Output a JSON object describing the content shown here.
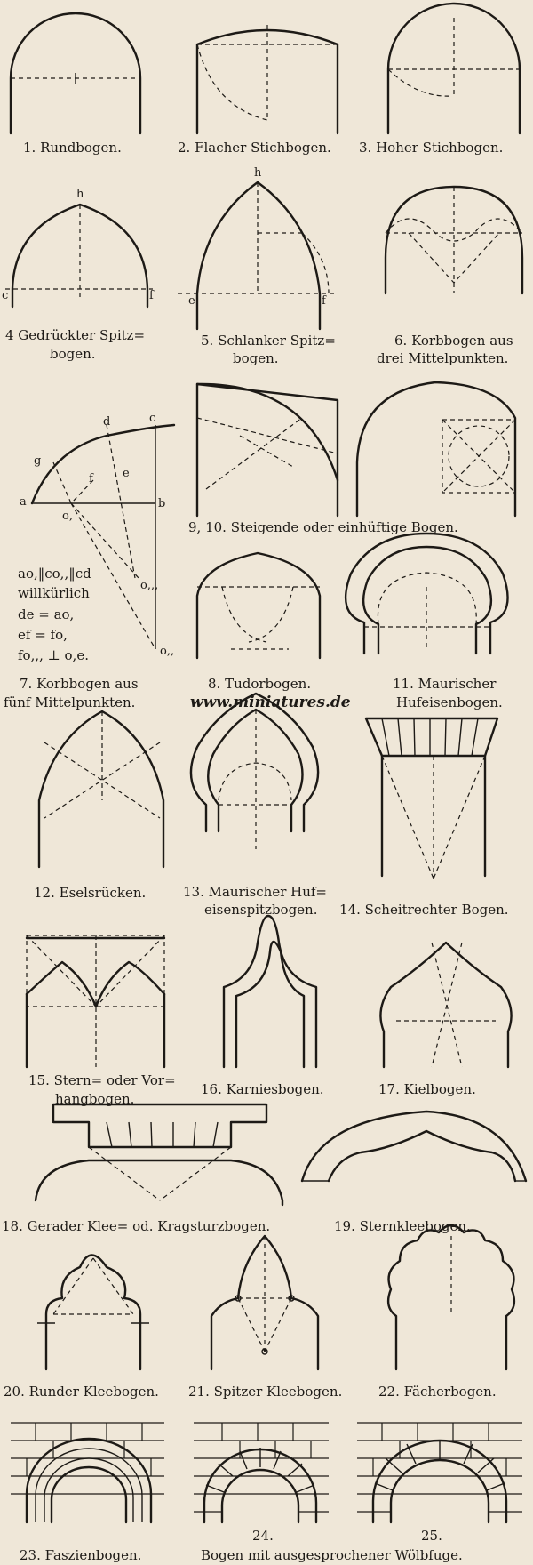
{
  "captions": {
    "c1": "1. Rundbogen.",
    "c2": "2. Flacher Stichbogen.",
    "c3": "3. Hoher Stichbogen.",
    "c4a": "4 Gedrückter Spitz=",
    "c4b": "bogen.",
    "c5a": "5. Schlanker Spitz=",
    "c5b": "bogen.",
    "c6a": "6. Korbbogen aus",
    "c6b": "drei Mittelpunkten.",
    "c9_10": "9, 10. Steigende oder einhüftige Bogen.",
    "c7a": "7. Korbbogen aus",
    "c7b": "fünf Mittelpunkten.",
    "c8": "8. Tudorbogen.",
    "c11a": "11. Maurischer",
    "c11b": "Hufeisenbogen.",
    "c12": "12. Eselsrücken.",
    "c13a": "13. Maurischer Huf=",
    "c13b": "eisenspitzbogen.",
    "c14": "14. Scheitrechter Bogen.",
    "c15a": "15. Stern= oder Vor=",
    "c15b": "hangbogen.",
    "c16": "16. Karniesbogen.",
    "c17": "17. Kielbogen.",
    "c18": "18. Gerader Klee= od. Kragsturzbogen.",
    "c19": "19. Sternkleebogen.",
    "c20": "20. Runder Kleebogen.",
    "c21": "21. Spitzer Kleebogen.",
    "c22": "22. Fächerbogen.",
    "c23": "23. Faszienbogen.",
    "c24": "24.",
    "c25": "25.",
    "c24_25": "Bogen mit ausgesprochener Wölbfuge."
  },
  "watermark": "www.miniatures.de",
  "fig7_notes": {
    "line1": "ao,‖co,,‖cd",
    "line2": "willkürlich",
    "line3": "de = ao,",
    "line4": "ef = fo,",
    "line5": "fo,,, ⊥ o,e."
  },
  "point_labels": {
    "h4": "h",
    "c4": "c",
    "f4": "f",
    "h5": "h",
    "e5": "e",
    "f5": "f",
    "d7": "d",
    "c7": "c",
    "g7": "g",
    "a7": "a",
    "b7": "b",
    "f7": "f",
    "e7": "e",
    "o1": "o,",
    "o3": "o,,,",
    "o2": "o,,"
  }
}
